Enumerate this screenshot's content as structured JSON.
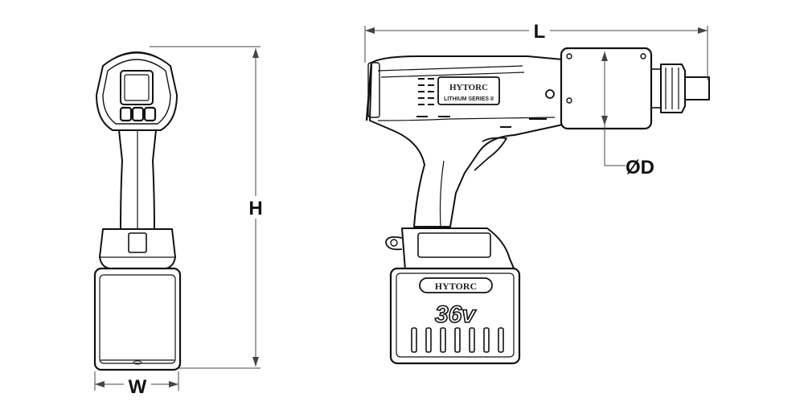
{
  "dimensions": {
    "length": "L",
    "height": "H",
    "width": "W",
    "diameter": "ØD"
  },
  "branding": {
    "brand_head": "HYTORC",
    "series": "LITHIUM SERIES II",
    "brand_battery": "HYTORC",
    "voltage": "36v"
  },
  "colors": {
    "line": "#111111",
    "dim_line": "#444444",
    "background": "#ffffff"
  }
}
